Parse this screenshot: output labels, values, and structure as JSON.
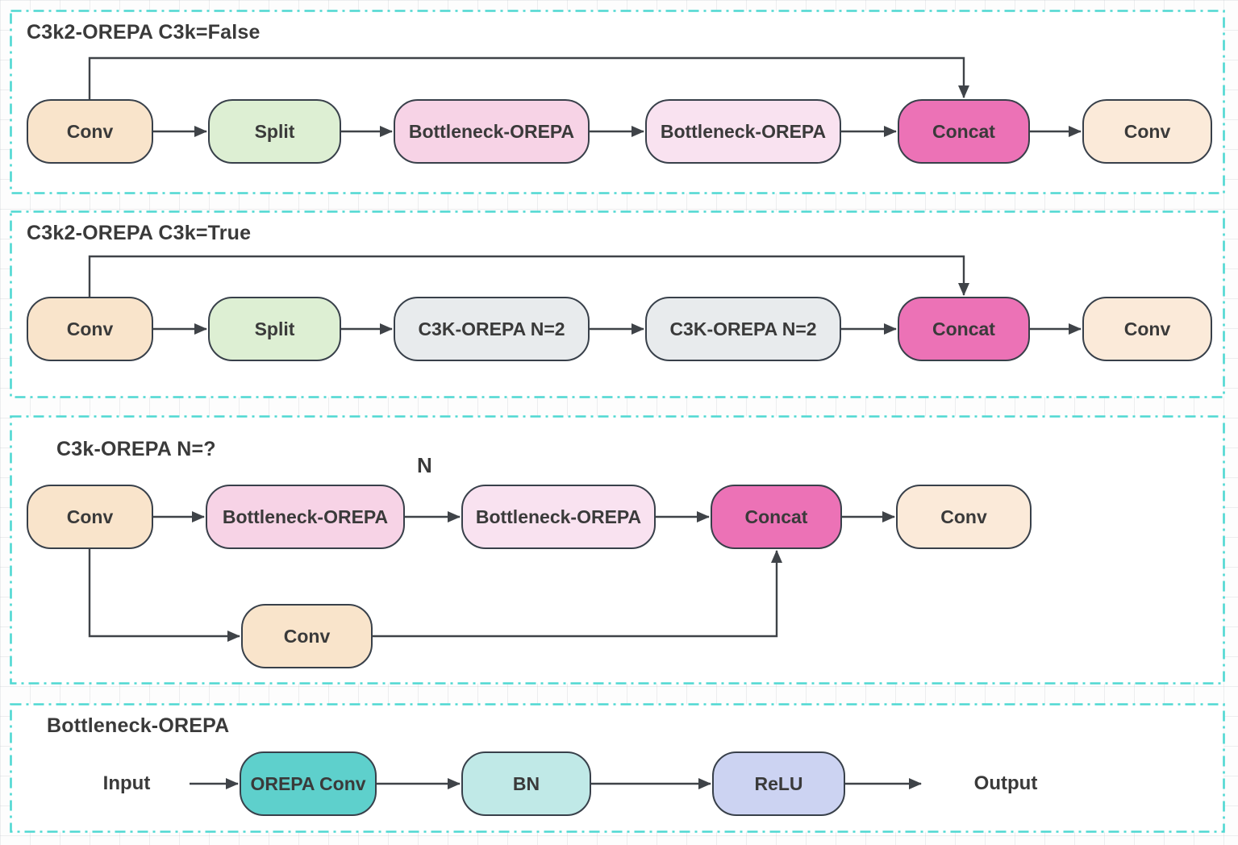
{
  "colors": {
    "panel_border": "#4fd8d2",
    "arrow": "#3f4348",
    "text": "#3a3a3a",
    "conv": "#f9e4cb",
    "conv_light": "#fbead9",
    "split": "#ddefd3",
    "bottleneck": "#f7d3e6",
    "bottleneck_light": "#f9e2f0",
    "concat": "#ec72b6",
    "c3k": "#e8ebed",
    "orepa_conv": "#5ed0cc",
    "bn": "#c0e9e7",
    "relu": "#ccd3f2"
  },
  "panels": {
    "p1": {
      "title": "C3k2-OREPA C3k=False",
      "nodes": {
        "conv1": "Conv",
        "split": "Split",
        "b1": "Bottleneck-OREPA",
        "b2": "Bottleneck-OREPA",
        "concat": "Concat",
        "conv2": "Conv"
      }
    },
    "p2": {
      "title": "C3k2-OREPA C3k=True",
      "nodes": {
        "conv1": "Conv",
        "split": "Split",
        "c1": "C3K-OREPA N=2",
        "c2": "C3K-OREPA N=2",
        "concat": "Concat",
        "conv2": "Conv"
      }
    },
    "p3": {
      "title": "C3k-OREPA N=?",
      "n_label": "N",
      "nodes": {
        "conv1": "Conv",
        "b1": "Bottleneck-OREPA",
        "b2": "Bottleneck-OREPA",
        "concat": "Concat",
        "conv2": "Conv",
        "conv_shortcut": "Conv"
      }
    },
    "p4": {
      "title": "Bottleneck-OREPA",
      "input_label": "Input",
      "output_label": "Output",
      "nodes": {
        "orepa": "OREPA Conv",
        "bn": "BN",
        "relu": "ReLU"
      }
    }
  }
}
